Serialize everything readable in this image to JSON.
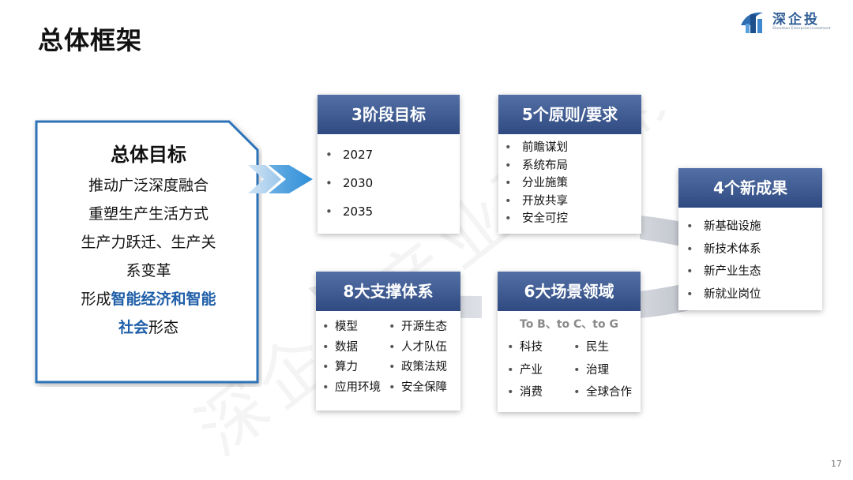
{
  "page": {
    "title": "总体框架",
    "page_number": "17"
  },
  "logo": {
    "name": "深企投",
    "tagline": "Shenzhen Enterprise Investment"
  },
  "watermark": {
    "text": "深企投产业研究院"
  },
  "goal": {
    "title": "总体目标",
    "line1": "推动广泛深度融合",
    "line2": "重塑生产生活方式",
    "line3": "生产力跃迁、生产关",
    "line4": "系变革",
    "line5_prefix": "形成",
    "line5_highlight": "智能经济和智能",
    "line6_highlight": "社会",
    "line6_suffix": "形态"
  },
  "cards": {
    "stages": {
      "title": "3阶段目标",
      "items": [
        "2027",
        "2030",
        "2035"
      ]
    },
    "principles": {
      "title": "5个原则/要求",
      "items": [
        "前瞻谋划",
        "系统布局",
        "分业施策",
        "开放共享",
        "安全可控"
      ]
    },
    "results": {
      "title": "4个新成果",
      "items": [
        "新基础设施",
        "新技术体系",
        "新产业生态",
        "新就业岗位"
      ]
    },
    "support": {
      "title": "8大支撑体系",
      "items": [
        "模型",
        "开源生态",
        "数据",
        "人才队伍",
        "算力",
        "政策法规",
        "应用环境",
        "安全保障"
      ]
    },
    "scenarios": {
      "title": "6大场景领域",
      "subtitle": "To B、to C、to G",
      "items": [
        "科技",
        "民生",
        "产业",
        "治理",
        "消费",
        "全球合作"
      ]
    }
  },
  "colors": {
    "header_start": "#5370a6",
    "header_end": "#2f4a80",
    "highlight": "#1f5ea8",
    "box_border": "#2e73b8",
    "ring": "#c9cdd4"
  },
  "icons": {
    "logo": "logo-glyph-icon",
    "arrows": "double-chevron-icon",
    "cycle": "cycle-arrow-icon"
  }
}
